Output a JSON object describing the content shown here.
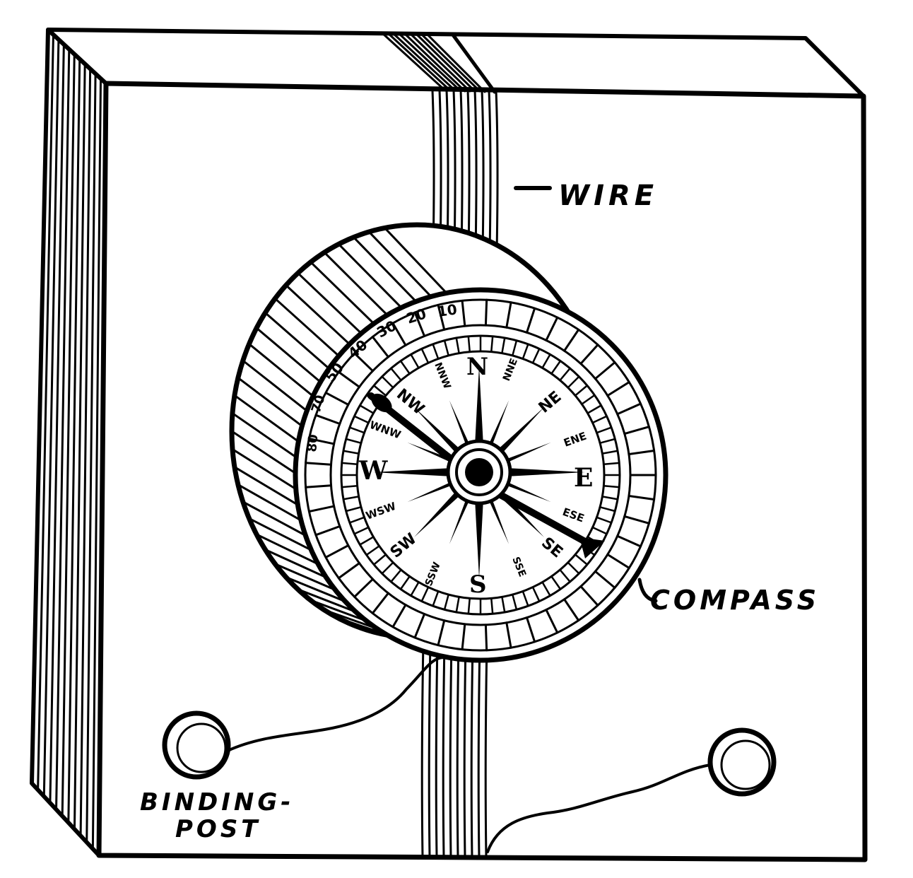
{
  "labels": {
    "wire": "WIRE",
    "compass": "COMPASS",
    "binding_post_line1": "BINDING-",
    "binding_post_line2": "POST"
  },
  "compass_card": {
    "cardinal": {
      "north": "N",
      "east": "E",
      "south": "S",
      "west": "W"
    },
    "intercardinal": {
      "ne": "NE",
      "se": "SE",
      "sw": "SW",
      "nw": "NW"
    },
    "secondary": {
      "nne": "NNE",
      "ene": "ENE",
      "ese": "ESE",
      "sse": "SSE",
      "ssw": "SSW",
      "wsw": "WSW",
      "wnw": "WNW",
      "nnw": "NNW"
    },
    "degree_marks": [
      "10",
      "20",
      "30",
      "40",
      "50",
      "70",
      "80"
    ]
  },
  "colors": {
    "ink": "#000000",
    "paper": "#ffffff"
  }
}
